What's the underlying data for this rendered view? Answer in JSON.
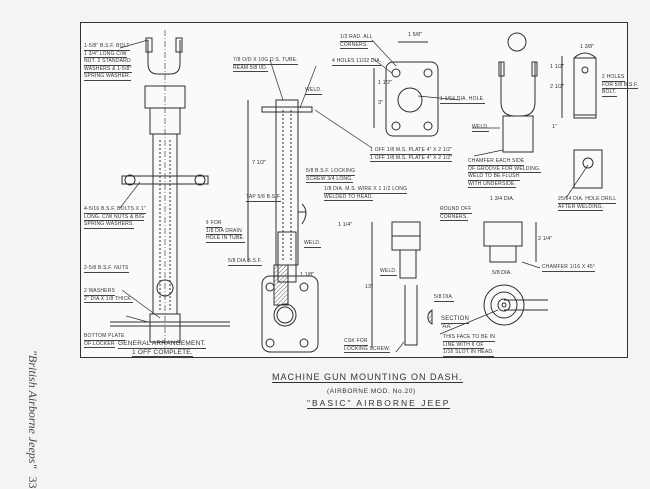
{
  "page": {
    "side_caption": "\"British Airborne Jeeps\"",
    "page_number": "33"
  },
  "title": {
    "main": "MACHINE GUN MOUNTING ON DASH.",
    "sub": "(AIRBORNE MOD. No.20)",
    "vehicle": "\"BASIC\" AIRBORNE JEEP"
  },
  "general_arrangement": {
    "caption": [
      "GENERAL ARRANGEMENT.",
      "1 OFF COMPLETE."
    ],
    "notes": [
      [
        "1-5/8\" B.S.F. BOLT",
        "1 3/4\" LONG C/W",
        "NUT. 2 STANDARD",
        "WASHERS & 1-5/8\"",
        "SPRING WASHER."
      ],
      [
        "4-5/16 B.S.F. BOLTS X 1\"",
        "LONG. C/W NUTS & B/G",
        "SPRING WASHERS."
      ],
      [
        "2-5/8 B.S.F. NUTS"
      ],
      [
        "2 WASHERS",
        "2\" DIA X 1/8 THICK."
      ],
      [
        "BOTTOM PLATE",
        "OF LOCKER"
      ]
    ]
  },
  "tube_detail": {
    "notes": [
      [
        "7/8 O/D X 10G D.S. TUBE.",
        "REAM 5/8 I/D."
      ],
      [
        "WELD."
      ],
      [
        "5/8 B.S.F. LOCKING",
        "SCREW 3/4 LONG."
      ],
      [
        "1/8 DIA. M.S. WIRE X 1 1/2 LONG",
        "WELDED TO HEAD."
      ],
      [
        "TAP 5/8 B.S.F."
      ],
      [
        "¢ FOR",
        "1/8 DIA DRAIN",
        "HOLE IN TUBE."
      ],
      [
        "WELD."
      ],
      [
        "5/8 DIA B.S.F."
      ]
    ],
    "dims": [
      "7 1/2\"",
      "1 1/4\"",
      "1 1/8\""
    ]
  },
  "plate_detail": {
    "notes": [
      [
        "1/2 RAD. ALL",
        "CORNERS."
      ],
      [
        "4 HOLES 11/32 DIA."
      ],
      [
        "1 1/64 DIA. HOLE."
      ],
      [
        "1 OFF 1/8 M.S. PLATE 4\" X 2 1/2\"",
        "1 OFF 1/8 M.S. PLATE 4\" X 2 1/2\""
      ]
    ],
    "dims": [
      "1 5/8\"",
      "1 1/2\"",
      "3\""
    ]
  },
  "fork_detail": {
    "notes": [
      [
        "WELD."
      ],
      [
        "CHAMFER EACH SIDE",
        "OF GROOVE FOR WELDING.",
        "WELD TO BE FLUSH",
        "WITH UNDERSIDE."
      ],
      [
        "2 HOLES",
        "FOR 5/8 B.S.F.",
        "BOLT."
      ],
      [
        "25/64 DIA. HOLE DRILL",
        "AFTER WELDING."
      ]
    ],
    "dims": [
      "1 3/8\"",
      "2 1/2\"",
      "1 1/2\"",
      "1\""
    ]
  },
  "screw_detail": {
    "notes": [
      [
        "ROUND OFF",
        "CORNERS."
      ],
      [
        "WELD."
      ],
      [
        "CSK FOR",
        "LOCKING SCREW."
      ],
      [
        "SECTION",
        "'AA'"
      ],
      [
        "THIS FACE TO BE IN",
        "LINE WITH ¢ OF",
        "1/16 SLOT IN HEAD."
      ],
      [
        "CHAMFER 1/16 X 45°"
      ],
      [
        "5/8 DIA."
      ]
    ],
    "dims": [
      "13\"",
      "2 1/4\"",
      "1 3/4 DIA.",
      "5/8 DIA."
    ]
  },
  "colors": {
    "ink": "#2a2a2a",
    "paper": "#f4f4f2"
  }
}
